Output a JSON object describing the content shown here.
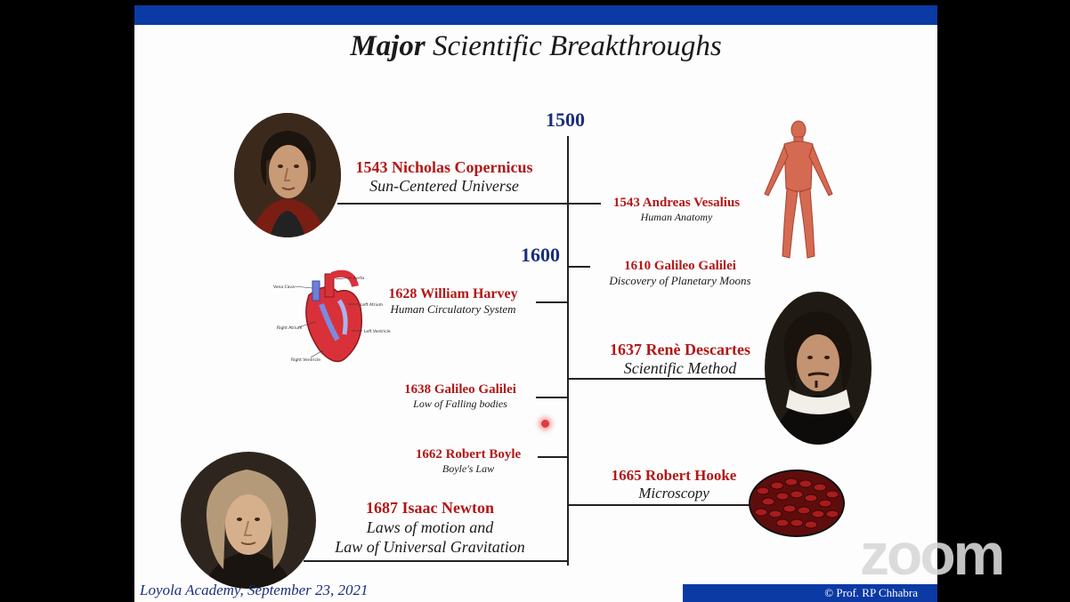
{
  "slide": {
    "title_bold": "Major",
    "title_rest": "Scientific Breakthroughs",
    "years": [
      "1500",
      "1600"
    ],
    "events": {
      "copernicus": {
        "name": "1543 Nicholas Copernicus",
        "desc": "Sun-Centered Universe"
      },
      "vesalius": {
        "name": "1543 Andreas Vesalius",
        "desc": "Human Anatomy"
      },
      "galileo1610": {
        "name": "1610 Galileo Galilei",
        "desc": "Discovery of Planetary Moons"
      },
      "harvey": {
        "name": "1628 William Harvey",
        "desc": "Human Circulatory System"
      },
      "descartes": {
        "name": "1637 Renè Descartes",
        "desc": "Scientific Method"
      },
      "galileo1638": {
        "name": "1638 Galileo Galilei",
        "desc": "Low of Falling bodies"
      },
      "boyle": {
        "name": "1662 Robert Boyle",
        "desc": "Boyle's Law"
      },
      "hooke": {
        "name": "1665 Robert Hooke",
        "desc": "Microscopy"
      },
      "newton": {
        "name": "1687 Isaac Newton",
        "desc1": "Laws of motion and",
        "desc2": "Law of Universal Gravitation"
      }
    },
    "heart_labels": [
      "Vena Cava",
      "Aorta",
      "Left Atrium",
      "Right Atrium",
      "Left Ventricle",
      "Right Ventricle"
    ],
    "footer_left": "Loyola Academy, September 23, 2021",
    "footer_right": "© Prof. RP Chhabra"
  },
  "overlay": {
    "watermark": "zoom"
  },
  "colors": {
    "accent_blue": "#0b3aa4",
    "event_red": "#b31717",
    "year_blue": "#1b2f7a"
  }
}
